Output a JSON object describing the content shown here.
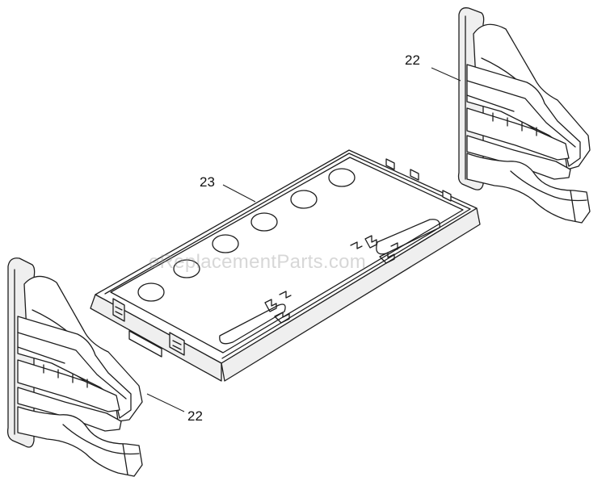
{
  "callouts": {
    "top_right": "22",
    "tray": "23",
    "bottom_left": "22"
  },
  "watermark": "eReplacementParts.com",
  "colors": {
    "line": "#1e1e1e",
    "background": "#ffffff",
    "watermark": "#969696"
  }
}
